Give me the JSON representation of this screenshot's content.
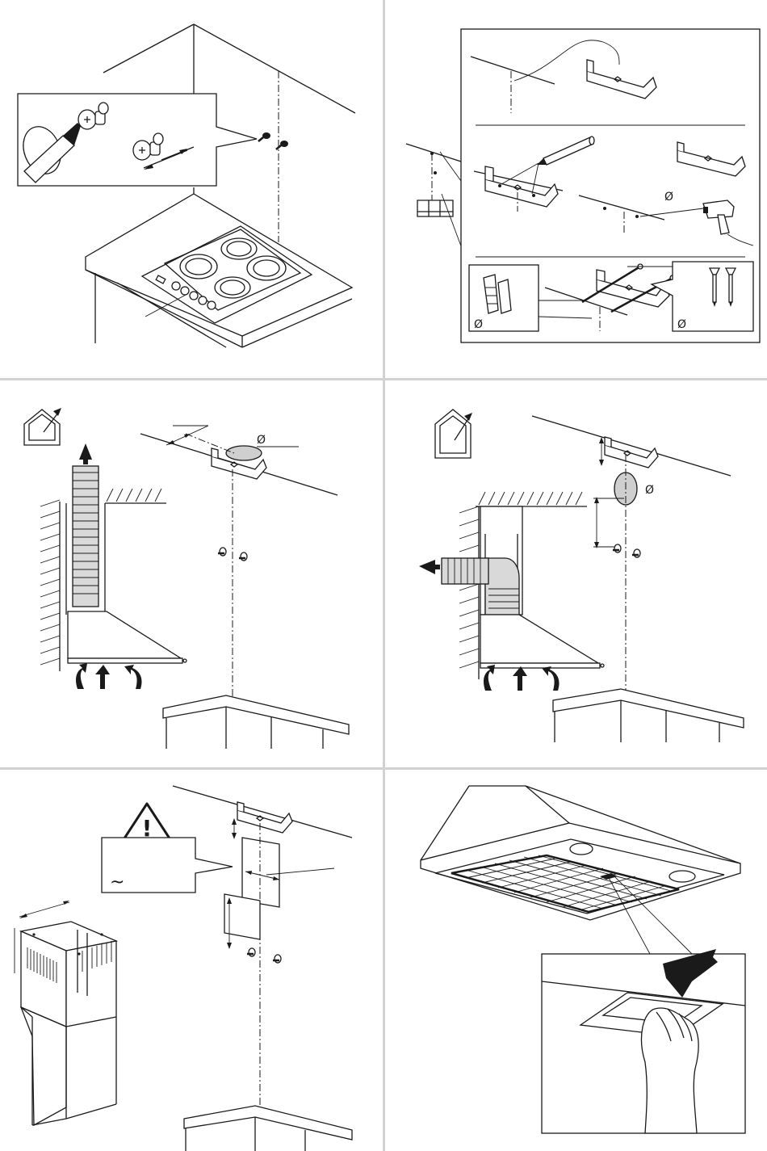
{
  "symbols": {
    "diameter": "Ø",
    "approx": "~",
    "warning": "!"
  },
  "panels": [
    {
      "id": "p1",
      "name": "hob-wall-screw-marking"
    },
    {
      "id": "p2",
      "name": "bracket-drilling-and-fixing"
    },
    {
      "id": "p3",
      "name": "ducted-vertical-outlet"
    },
    {
      "id": "p4",
      "name": "ducted-rear-outlet-elbow"
    },
    {
      "id": "p5",
      "name": "chimney-mounting-warning"
    },
    {
      "id": "p6",
      "name": "grease-filter-removal"
    }
  ],
  "colors": {
    "line": "#1a1a1a",
    "divider": "#d2d2d2",
    "duct_fill": "#d9d9d9",
    "bg": "#ffffff"
  }
}
